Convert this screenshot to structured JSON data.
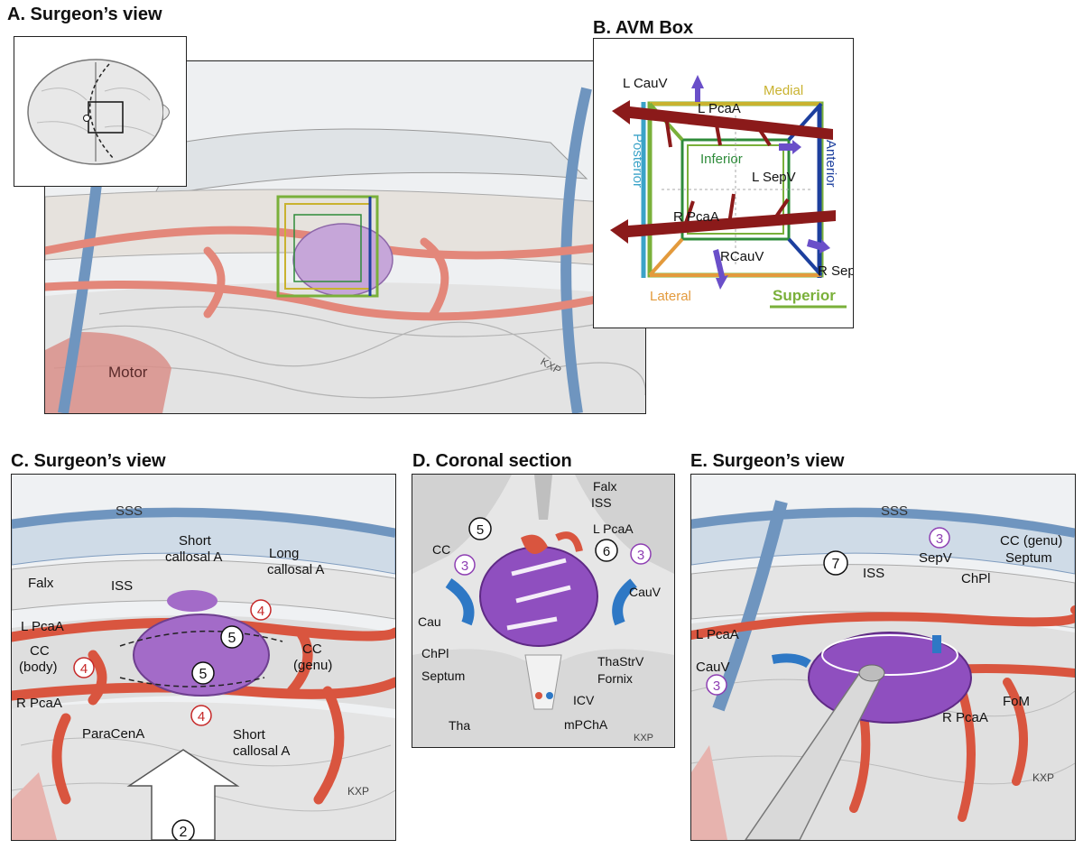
{
  "headings": {
    "a": "A. Surgeon’s view",
    "b": "B. AVM Box",
    "c": "C. Surgeon’s view",
    "d": "D. Coronal section",
    "e": "E. Surgeon’s view"
  },
  "panel_a": {
    "motor": "Motor",
    "signature": "KXP"
  },
  "panel_b": {
    "l_cauv": "L CauV",
    "medial": "Medial",
    "l_pcaa": "L PcaA",
    "posterior": "Posterior",
    "anterior": "Anterior",
    "inferior": "Inferior",
    "l_sepv": "L SepV",
    "r_pcaa": "R PcaA",
    "rcauv": "RCauV",
    "r_sepv": "R SepV",
    "lateral": "Lateral",
    "superior": "Superior",
    "colors": {
      "medial": "#c9b22f",
      "superior": "#7ab03a",
      "inferior": "#2e8b3a",
      "anterior": "#1c3f9e",
      "posterior": "#3aa3c8",
      "lateral": "#e39a3c",
      "artery": "#8b1a1a",
      "vein": "#6a4fc9"
    }
  },
  "panel_c": {
    "sss": "SSS",
    "falx": "Falx",
    "iss": "ISS",
    "short_callosal_top": [
      "Short",
      "callosal A"
    ],
    "long_callosal": [
      "Long",
      "callosal A"
    ],
    "l_pcaa": "L PcaA",
    "cc_body": [
      "CC",
      "(body)"
    ],
    "cc_genu": [
      "CC",
      "(genu)"
    ],
    "r_pcaa": "R PcaA",
    "paracena": "ParaCenA",
    "short_callosal_bottom": [
      "Short",
      "callosal A"
    ],
    "markers": {
      "four": "4",
      "five": "5",
      "two": "2"
    },
    "signature": "KXP"
  },
  "panel_d": {
    "falx": "Falx",
    "iss": "ISS",
    "l_pcaa": "L PcaA",
    "cc": "CC",
    "cauv": "CauV",
    "cau": "Cau",
    "thastrv": "ThaStrV",
    "chpl": "ChPl",
    "septum": "Septum",
    "fornix": "Fornix",
    "icv": "ICV",
    "tha": "Tha",
    "mpcha": "mPChA",
    "markers": {
      "five": "5",
      "six": "6",
      "three": "3"
    },
    "signature": "KXP"
  },
  "panel_e": {
    "sss": "SSS",
    "iss": "ISS",
    "sepv": "SepV",
    "cc_genu": "CC (genu)",
    "septum": "Septum",
    "chpl": "ChPl",
    "l_pcaa": "L PcaA",
    "cauv": "CauV",
    "r_pcaa": "R PcaA",
    "fom": "FoM",
    "markers": {
      "three": "3",
      "seven": "7"
    },
    "signature": "KXP"
  }
}
